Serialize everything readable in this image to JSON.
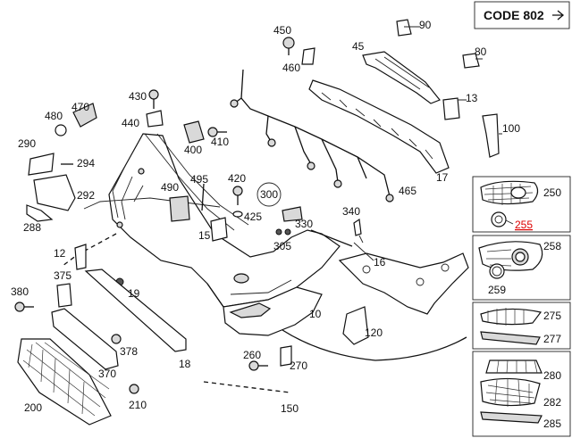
{
  "code_box": {
    "label": "CODE 802",
    "arrow_icon": "arrow-right-icon"
  },
  "highlight_color": "#d00000",
  "callouts": {
    "p10": "10",
    "p12": "12",
    "p13": "13",
    "p15": "15",
    "p16": "16",
    "p17": "17",
    "p18": "18",
    "p19": "19",
    "p45": "45",
    "p80": "80",
    "p90": "90",
    "p100": "100",
    "p120": "120",
    "p150": "150",
    "p200": "200",
    "p210": "210",
    "p250": "250",
    "p255": "255",
    "p258": "258",
    "p259": "259",
    "p260": "260",
    "p270": "270",
    "p275": "275",
    "p277": "277",
    "p280": "280",
    "p282": "282",
    "p285": "285",
    "p288": "288",
    "p290": "290",
    "p292": "292",
    "p294": "294",
    "p300": "300",
    "p305": "305",
    "p330": "330",
    "p340": "340",
    "p370": "370",
    "p375": "375",
    "p378": "378",
    "p380": "380",
    "p400": "400",
    "p410": "410",
    "p420": "420",
    "p425": "425",
    "p430": "430",
    "p440": "440",
    "p450": "450",
    "p460": "460",
    "p465": "465",
    "p470": "470",
    "p480": "480",
    "p490": "490",
    "p495": "495"
  }
}
